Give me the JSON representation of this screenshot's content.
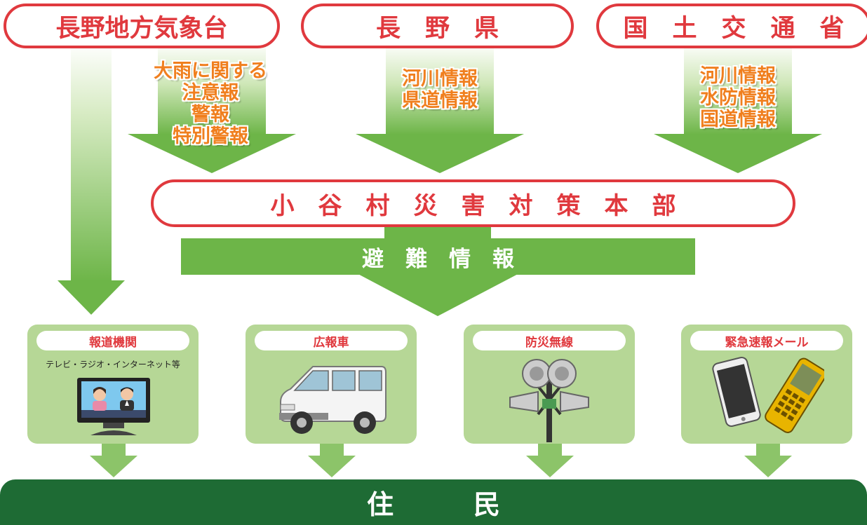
{
  "sources": {
    "met_office": "長野地方気象台",
    "prefecture": "長　野　県",
    "mlit": "国　土　交　通　省"
  },
  "info": {
    "met_office_lines": [
      "大雨に関する",
      "注意報",
      "警報",
      "特別警報"
    ],
    "prefecture_lines": [
      "河川情報",
      "県道情報"
    ],
    "mlit_lines": [
      "河川情報",
      "水防情報",
      "国道情報"
    ]
  },
  "hq": "小　谷　村　災　害　対　策　本　部",
  "evac": "避　難　情　報",
  "channels": [
    {
      "label": "報道機関",
      "sub": "テレビ・ラジオ・インターネット等",
      "icon": "tv-icon"
    },
    {
      "label": "広報車",
      "icon": "van-icon"
    },
    {
      "label": "防災無線",
      "icon": "loudspeaker-icon"
    },
    {
      "label": "緊急速報メール",
      "icon": "mobile-phone-icon"
    }
  ],
  "residents": "住　　　民",
  "colors": {
    "red": "#e0393e",
    "orange": "#f07f1e",
    "green": "#6db548",
    "light_green": "#b6d796",
    "dark_green": "#1e6b34"
  }
}
